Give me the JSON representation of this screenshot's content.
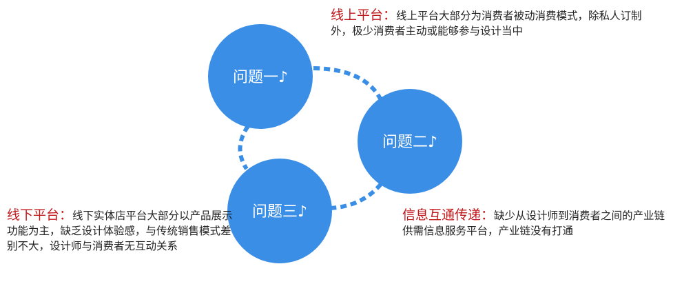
{
  "colors": {
    "circle": "#3a8ee6",
    "connector": "#3a8ee6",
    "heading": "#c0171b",
    "text": "#222222"
  },
  "circles": [
    {
      "id": "problem-1",
      "label": "问题一♪"
    },
    {
      "id": "problem-2",
      "label": "问题二♪"
    },
    {
      "id": "problem-3",
      "label": "问题三♪"
    }
  ],
  "notes": {
    "online": {
      "title": "线上平台：",
      "body": "线上平台大部分为消费者被动消费模式，除私人订制外，极少消费者主动或能够参与设计当中"
    },
    "offline": {
      "title": "线下平台：",
      "body": "线下实体店平台大部分以产品展示功能为主，缺乏设计体验感，与传统销售模式差别不大，设计师与消费者无互动关系"
    },
    "info": {
      "title": "信息互通传递：",
      "body": "缺少从设计师到消费者之间的产业链供需信息服务平台，产业链没有打通"
    }
  }
}
